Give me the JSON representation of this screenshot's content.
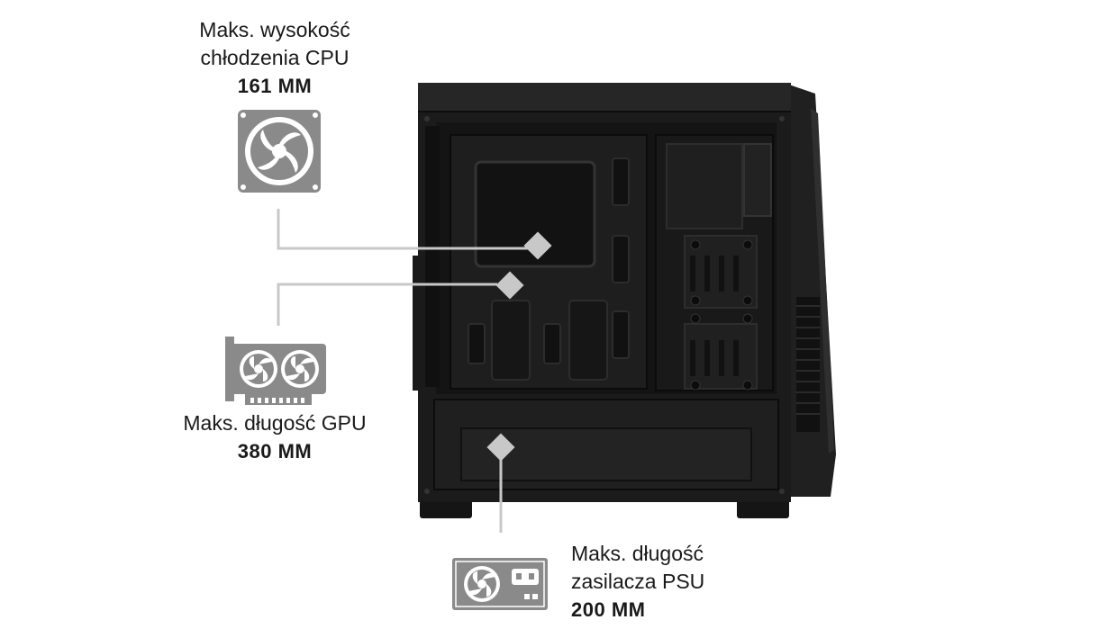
{
  "cpu": {
    "line1": "Maks. wysokość",
    "line2": "chłodzenia CPU",
    "value": "161 MM",
    "icon": "cpu-fan-icon"
  },
  "gpu": {
    "line1": "Maks. długość GPU",
    "value": "380 MM",
    "icon": "gpu-card-icon"
  },
  "psu": {
    "line1": "Maks. długość",
    "line2": "zasilacza PSU",
    "value": "200 MM",
    "icon": "psu-icon"
  },
  "colors": {
    "icon_gray": "#8a8a8a",
    "leader_line": "#c8c8c8",
    "case_dark": "#1b1b1b"
  }
}
